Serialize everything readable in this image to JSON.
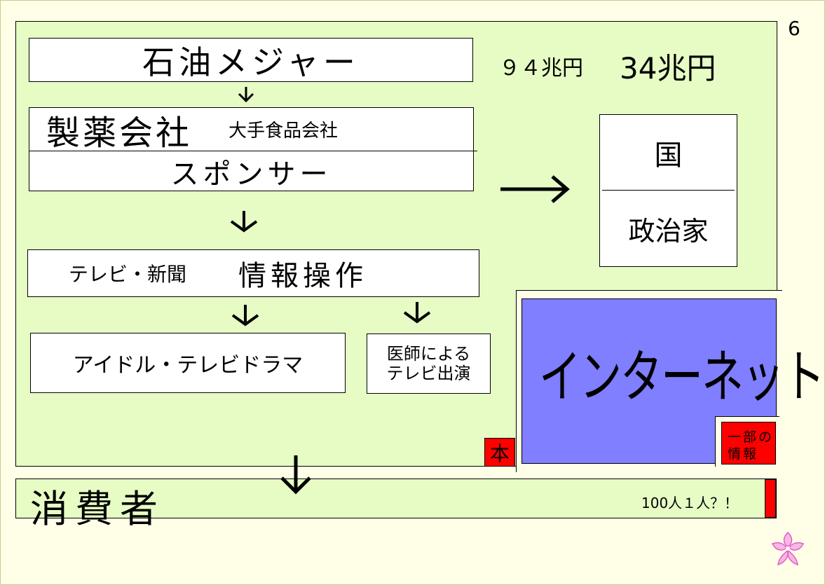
{
  "page_number": "6",
  "oil_majors": {
    "label": "石油メジャー",
    "amount_small": "９４兆円",
    "amount_large": "34兆円"
  },
  "pharma": {
    "title": "製薬会社",
    "subtitle": "大手食品会社",
    "sponsor": "スポンサー"
  },
  "government": {
    "country": "国",
    "politicians": "政治家"
  },
  "media": {
    "tv_news": "テレビ・新聞",
    "manipulation": "情報操作"
  },
  "idol": {
    "label": "アイドル・テレビドラマ"
  },
  "doctors_tv": {
    "line1": "医師による",
    "line2": "テレビ出演"
  },
  "internet": {
    "label": "インターネット",
    "partial_info_line1": "一部の",
    "partial_info_line2": "情報"
  },
  "book": {
    "label": "本"
  },
  "consumer": {
    "label": "消費者",
    "ratio": "100人１人？！"
  },
  "colors": {
    "green_panel": "#e6fcc4",
    "internet_blue": "#7f7fff",
    "red": "#ff0000",
    "background": "#ffffe8"
  },
  "icons": [
    "down-arrow-icon",
    "right-arrow-icon",
    "flower-logo-icon"
  ]
}
